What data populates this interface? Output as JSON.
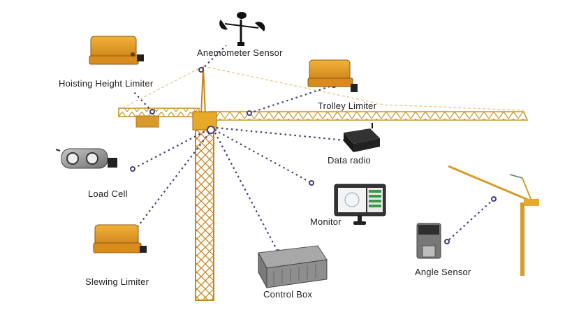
{
  "labels": {
    "anemometer": "Anemometer Sensor",
    "hoisting": "Hoisting Height Limiter",
    "trolley": "Trolley Limiter",
    "data_radio": "Data radio",
    "load_cell": "Load Cell",
    "monitor": "Monitor",
    "slewing": "Slewing Limiter",
    "control_box": "Control Box",
    "angle": "Angle Sensor"
  },
  "icons": {
    "anemometer": "anemometer-icon",
    "limiter": "limiter-box-icon",
    "load_cell": "load-cell-icon",
    "data_radio": "radio-module-icon",
    "monitor": "monitor-icon",
    "control_box": "control-box-icon",
    "angle": "angle-sensor-icon"
  },
  "colors": {
    "crane_yellow": "#e6a92a",
    "limiter_orange": "#e89a22",
    "connector_purple": "#4a3a78"
  }
}
